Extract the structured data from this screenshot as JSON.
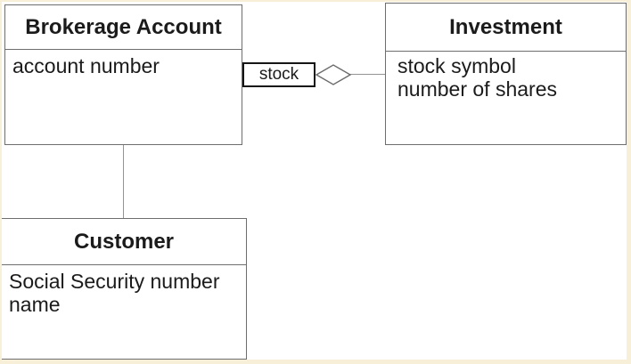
{
  "diagram": {
    "type": "uml-class-diagram",
    "classes": [
      {
        "name": "Brokerage Account",
        "attributes": [
          "account number"
        ]
      },
      {
        "name": "Investment",
        "attributes": [
          "stock symbol",
          "number of shares"
        ]
      },
      {
        "name": "Customer",
        "attributes": [
          "Social Security number",
          "name"
        ]
      }
    ],
    "associations": [
      {
        "label": "stock",
        "type": "aggregation",
        "between": [
          "Brokerage Account",
          "Investment"
        ]
      },
      {
        "label": "",
        "type": "plain",
        "between": [
          "Brokerage Account",
          "Customer"
        ]
      }
    ],
    "colors": {
      "background": "#ffffff",
      "frame": "#f8efd8",
      "box_border": "#6e6e6e",
      "connector_line": "#949494",
      "label_border": "#151515",
      "text": "#1b1b1b"
    }
  }
}
